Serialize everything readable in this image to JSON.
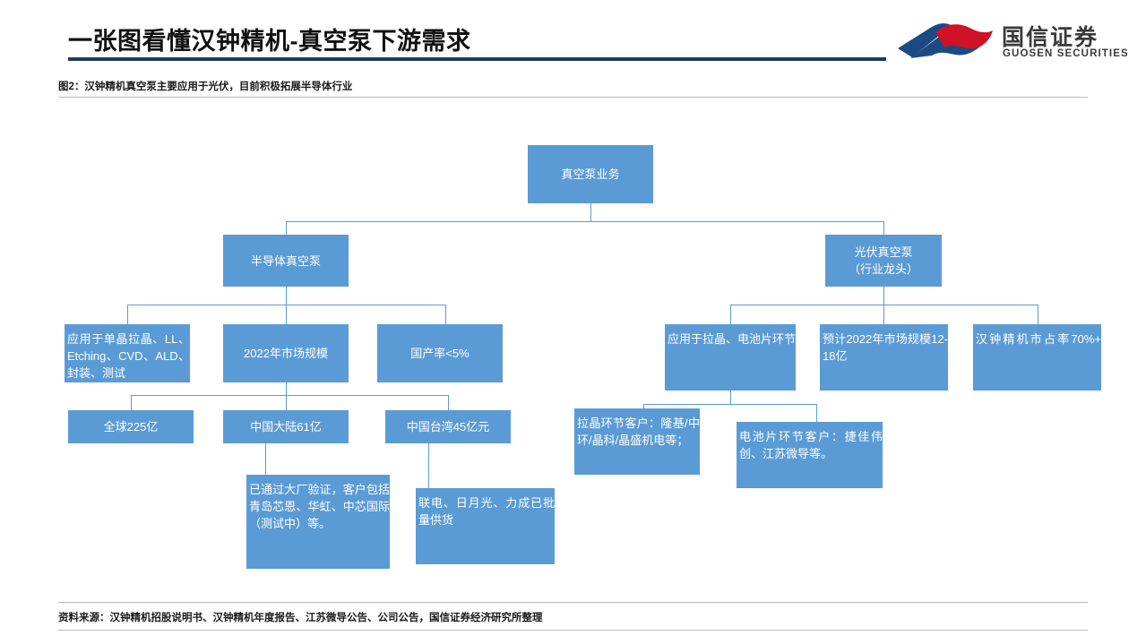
{
  "header": {
    "title": "一张图看懂汉钟精机-真空泵下游需求",
    "subtitle": "图2：汉钟精机真空泵主要应用于光伏，目前积极拓展半导体行业",
    "rule_color": "#1f3864"
  },
  "logo": {
    "name_cn": "国信证券",
    "name_en": "GUOSEN SECURITIES",
    "color_blue": "#1b4b82",
    "color_red": "#cf1226"
  },
  "chart_data": {
    "type": "diagram",
    "title": "汉钟精机真空泵下游需求树状图",
    "node_fill": "#5b9bd5",
    "connector_color": "#5b9bd5",
    "nodes": [
      {
        "id": "root",
        "label": "真空泵业务"
      },
      {
        "id": "semi",
        "label": "半导体真空泵"
      },
      {
        "id": "pv",
        "label": "光伏真空泵\n（行业龙头）"
      },
      {
        "id": "semi_app",
        "label": "应用于单晶拉晶、LL、Etching、CVD、ALD、封装、测试"
      },
      {
        "id": "semi_mkt",
        "label": "2022年市场规模"
      },
      {
        "id": "semi_local",
        "label": "国产率<5%"
      },
      {
        "id": "mkt_global",
        "label": "全球225亿"
      },
      {
        "id": "mkt_cn",
        "label": "中国大陆61亿"
      },
      {
        "id": "mkt_tw",
        "label": "中国台湾45亿元"
      },
      {
        "id": "cn_detail",
        "label": "已通过大厂验证，客户包括青岛芯恩、华虹、中芯国际（测试中）等。"
      },
      {
        "id": "tw_detail",
        "label": "联电、日月光、力成已批量供货"
      },
      {
        "id": "pv_app",
        "label": "应用于拉晶、电池片环节"
      },
      {
        "id": "pv_mkt",
        "label": "预计2022年市场规模12-18亿"
      },
      {
        "id": "pv_share",
        "label": "汉钟精机市占率70%+"
      },
      {
        "id": "pv_cust1",
        "label": "拉晶环节客户：隆基/中环/晶科/晶盛机电等；"
      },
      {
        "id": "pv_cust2",
        "label": "电池片环节客户：捷佳伟创、江苏微导等。"
      }
    ],
    "edges": [
      {
        "from": "root",
        "to": "semi"
      },
      {
        "from": "root",
        "to": "pv"
      },
      {
        "from": "semi",
        "to": "semi_app"
      },
      {
        "from": "semi",
        "to": "semi_mkt"
      },
      {
        "from": "semi",
        "to": "semi_local"
      },
      {
        "from": "semi_mkt",
        "to": "mkt_global"
      },
      {
        "from": "semi_mkt",
        "to": "mkt_cn"
      },
      {
        "from": "semi_mkt",
        "to": "mkt_tw"
      },
      {
        "from": "mkt_cn",
        "to": "cn_detail"
      },
      {
        "from": "mkt_tw",
        "to": "tw_detail"
      },
      {
        "from": "pv",
        "to": "pv_app"
      },
      {
        "from": "pv",
        "to": "pv_mkt"
      },
      {
        "from": "pv",
        "to": "pv_share"
      },
      {
        "from": "pv_app",
        "to": "pv_cust1"
      },
      {
        "from": "pv_app",
        "to": "pv_cust2"
      }
    ]
  },
  "footer": {
    "source": "资料来源：汉钟精机招股说明书、汉钟精机年度报告、江苏微导公告、公司公告，国信证券经济研究所整理"
  }
}
